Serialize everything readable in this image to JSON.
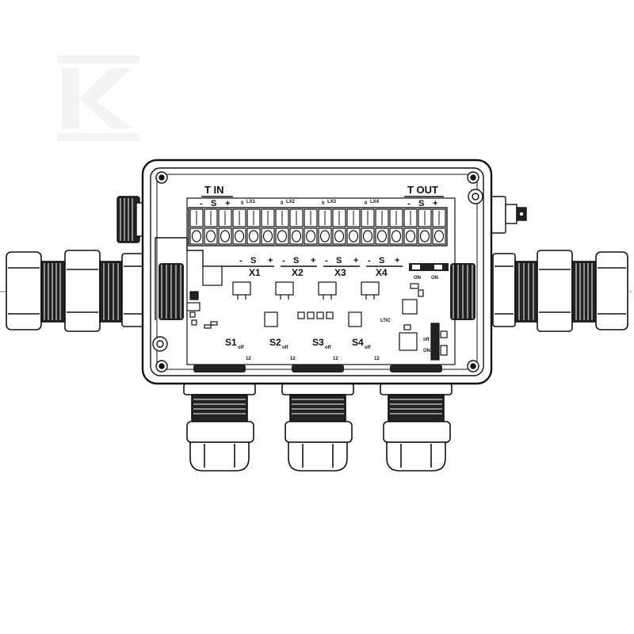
{
  "watermark": {
    "letter": "K"
  },
  "terminals": {
    "t_in": "T IN",
    "t_out": "T OUT",
    "minus": "-",
    "signal": "S",
    "plus": "+",
    "led_labels": [
      "LX1",
      "LX2",
      "LX3",
      "LX4"
    ],
    "led_zero": "0"
  },
  "channels": [
    {
      "name": "X1",
      "switch": "S1"
    },
    {
      "name": "X2",
      "switch": "S2"
    },
    {
      "name": "X3",
      "switch": "S3"
    },
    {
      "name": "X4",
      "switch": "S4"
    }
  ],
  "switch_sub": "off",
  "switch_pos": "12",
  "jumper_labels": {
    "left": "ON",
    "right": "ON"
  },
  "chip_label": "LTIC",
  "side_switch": {
    "top": "off",
    "bottom": "ON"
  }
}
